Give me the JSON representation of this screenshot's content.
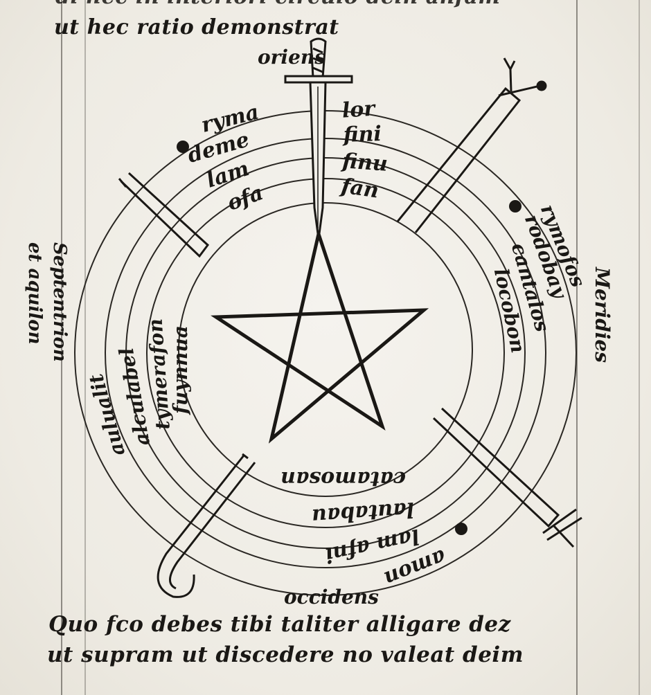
{
  "header": {
    "line1": "di hec in interiori circulo dein anfam",
    "line2": "ut hec ratio demonstrat"
  },
  "directions": {
    "top": "oriens",
    "bottom": "occidens",
    "right": "Meridies",
    "left_line1": "Septentrion",
    "left_line2": "et aquilon"
  },
  "ring_words": {
    "upper_left": [
      "ryma",
      "deme",
      "lam",
      "ofa"
    ],
    "upper_right": [
      "lor",
      "fini",
      "finu",
      "fan"
    ],
    "right": [
      "rymofos",
      "rodobay",
      "cantalos",
      "locobon"
    ],
    "bottom": [
      "catamosan",
      "lautabau",
      "lam afni",
      "amon"
    ],
    "left": [
      "aulualit",
      "alculabel",
      "tymerafon",
      "fuynnua"
    ]
  },
  "footer": {
    "line1": "Quo fco debes tibi taliter alligare dez",
    "line2": "ut supram ut discedere no valeat deim"
  },
  "colors": {
    "ink": "#1a1815",
    "paper": "#f1efe9",
    "rule": "#6d6a63"
  },
  "icons": [
    "pentagram-icon",
    "sword-icon",
    "hook-icon",
    "cross-staff-icon"
  ]
}
